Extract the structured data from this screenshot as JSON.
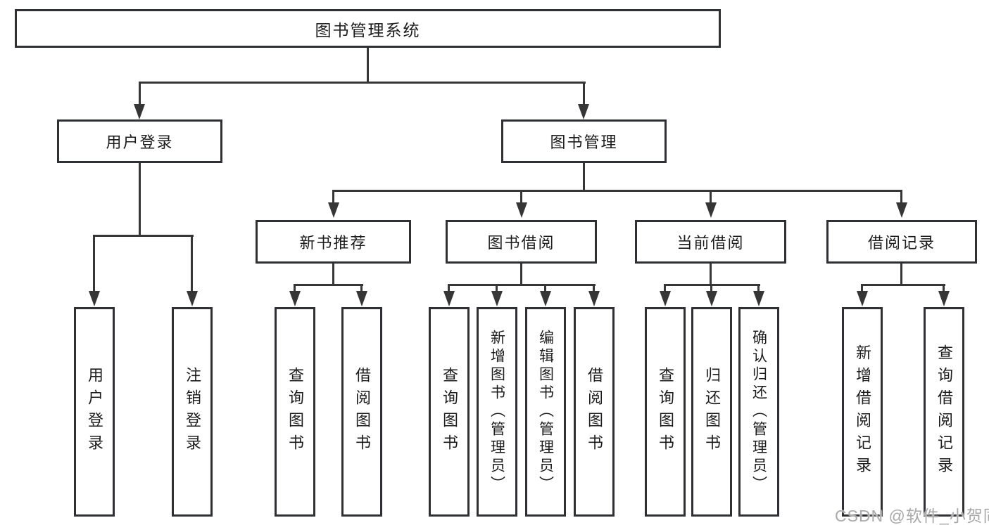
{
  "diagram": {
    "root": {
      "label": "图书管理系统"
    },
    "branches": [
      {
        "label": "用户登录",
        "children": [
          {
            "label": "用户登录"
          },
          {
            "label": "注销登录"
          }
        ]
      },
      {
        "label": "图书管理",
        "sections": [
          {
            "label": "新书推荐",
            "children": [
              {
                "label": "查询图书"
              },
              {
                "label": "借阅图书"
              }
            ]
          },
          {
            "label": "图书借阅",
            "children": [
              {
                "label": "查询图书"
              },
              {
                "label": "新增图书（管理员）"
              },
              {
                "label": "编辑图书（管理员）"
              },
              {
                "label": "借阅图书"
              }
            ]
          },
          {
            "label": "当前借阅",
            "children": [
              {
                "label": "查询图书"
              },
              {
                "label": "归还图书"
              },
              {
                "label": "确认归还（管理员）"
              }
            ]
          },
          {
            "label": "借阅记录",
            "children": [
              {
                "label": "新增借阅记录"
              },
              {
                "label": "查询借阅记录"
              }
            ]
          }
        ]
      }
    ]
  },
  "watermark": {
    "text": "CSDN @软件_小贺同学"
  },
  "colors": {
    "background": "#ffffff",
    "border": "#2f3033",
    "line": "#363636",
    "text": "#1c1c1c",
    "watermark": "#a9a9a9"
  }
}
